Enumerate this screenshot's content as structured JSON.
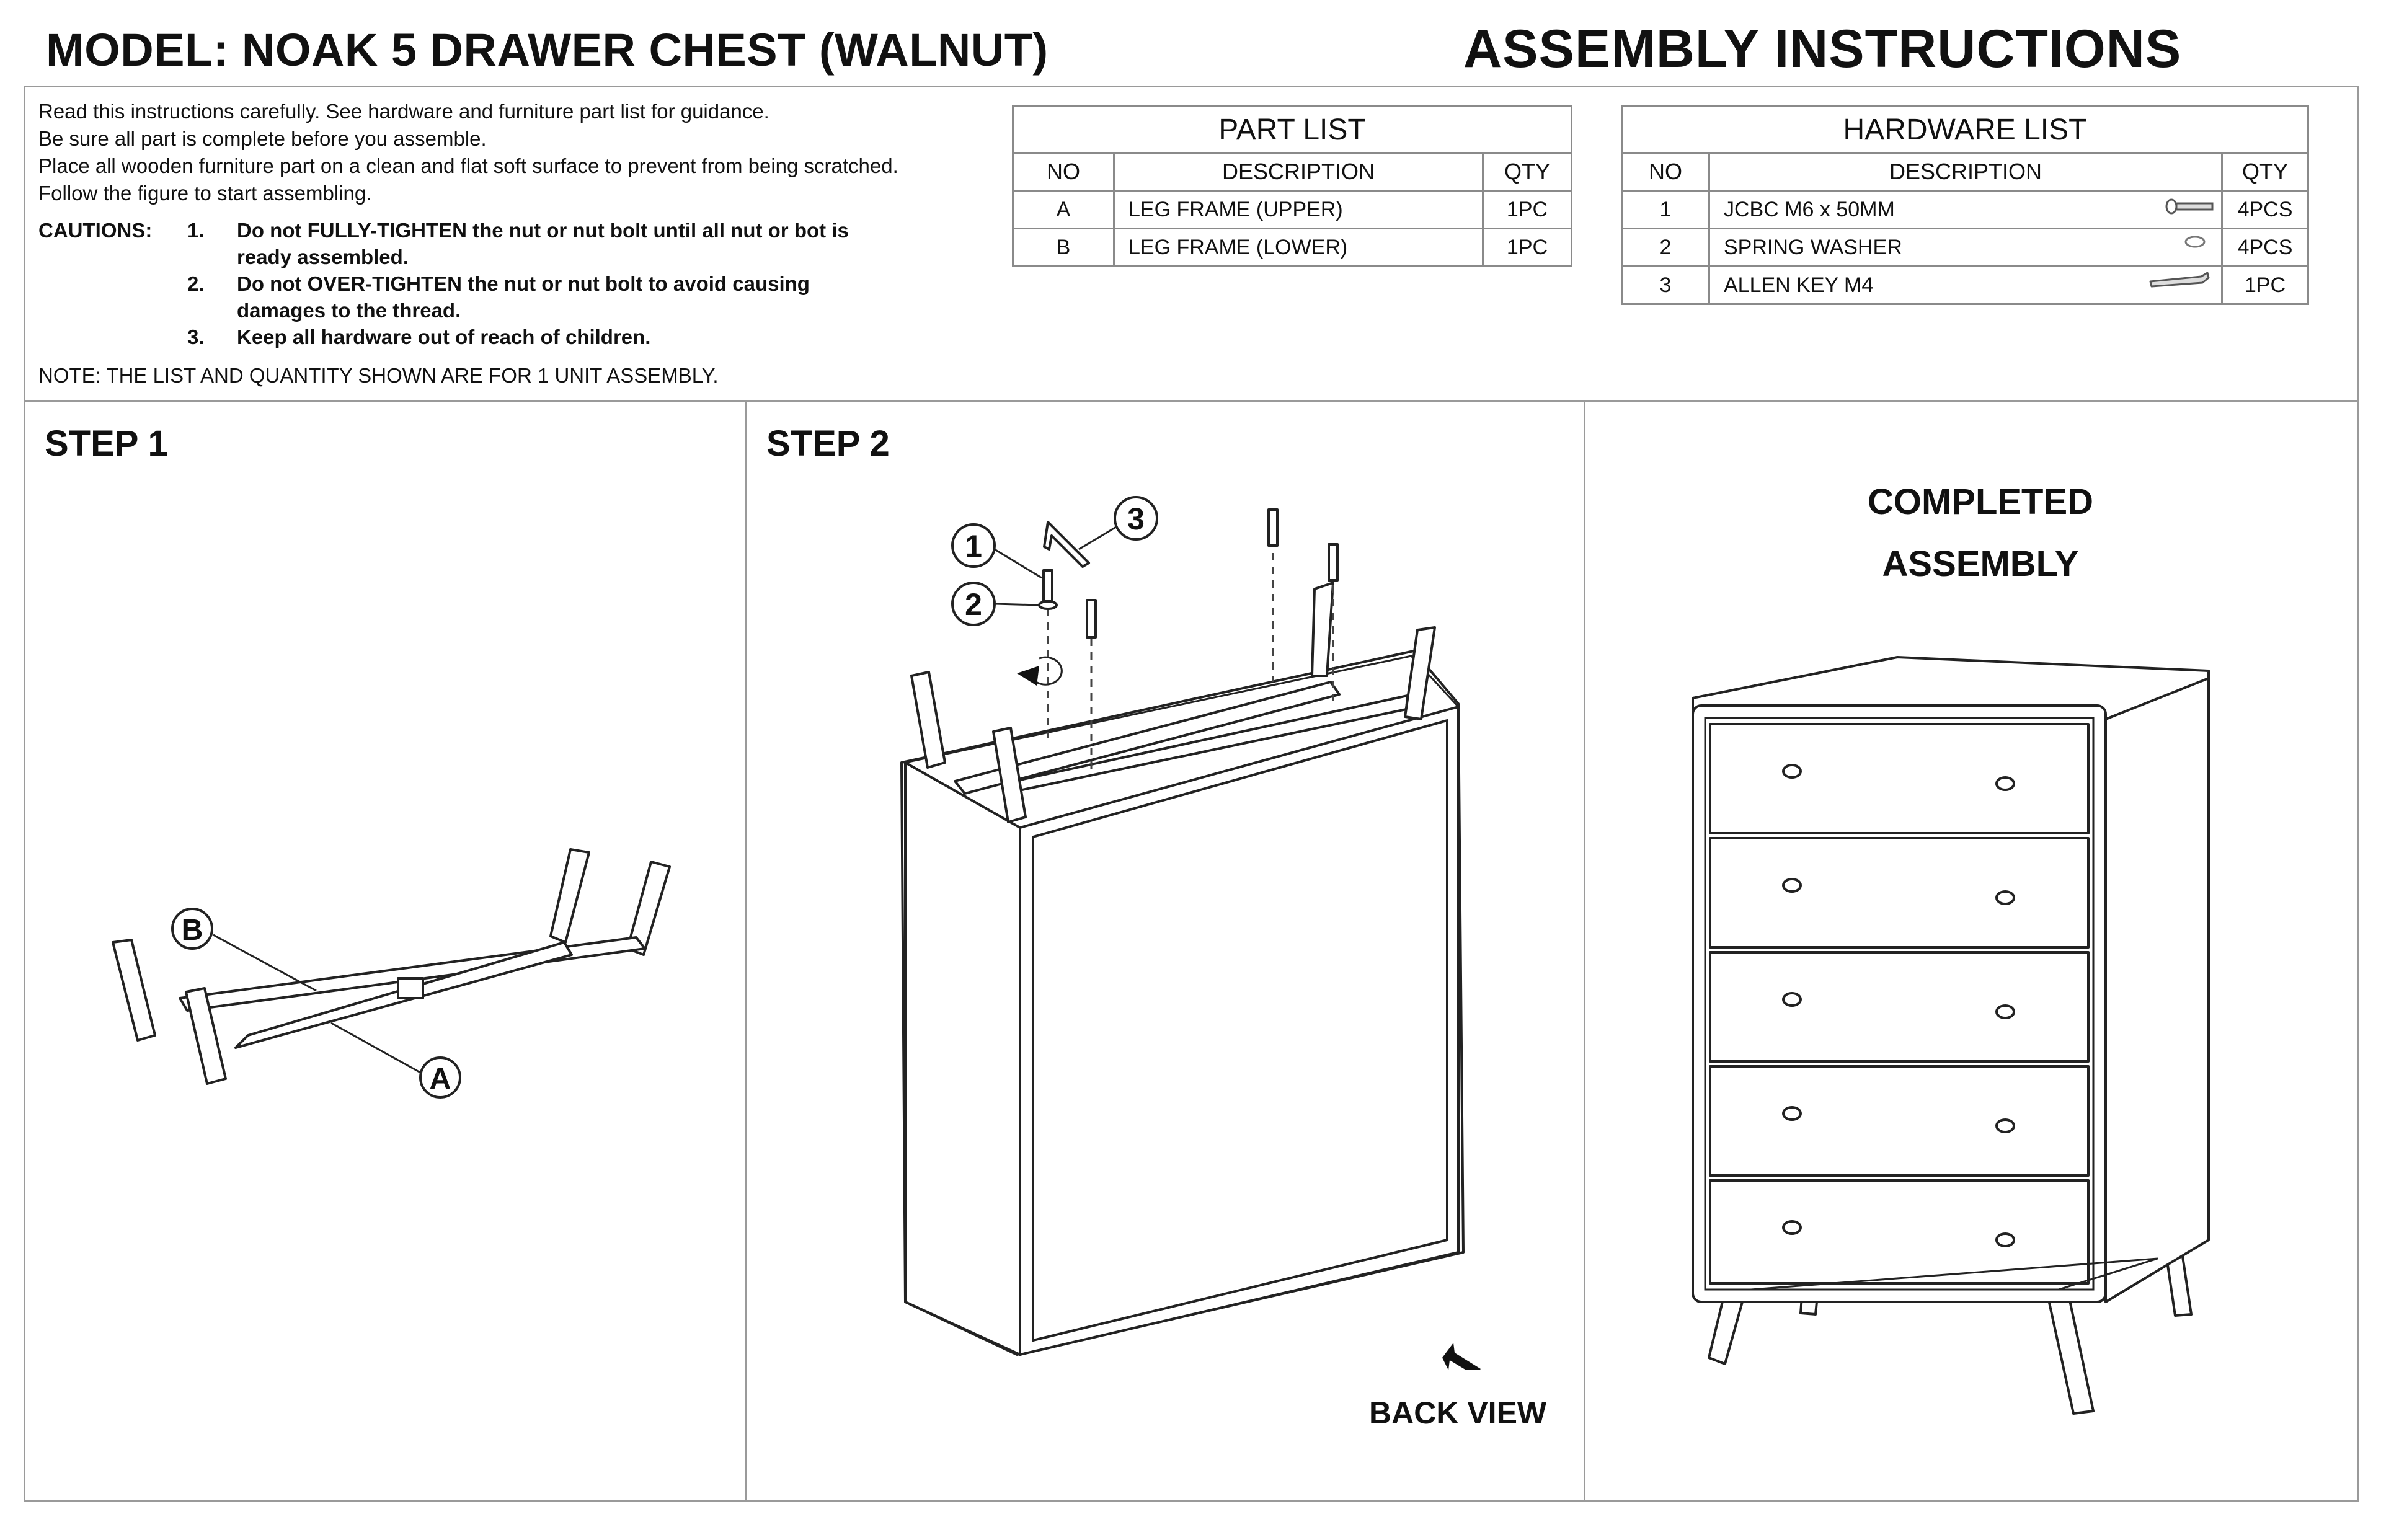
{
  "header": {
    "model": "MODEL: NOAK 5 DRAWER CHEST (WALNUT)",
    "title": "ASSEMBLY INSTRUCTIONS"
  },
  "intro": [
    "Read this instructions carefully. See hardware and furniture part list for guidance.",
    "Be sure all part is complete before you assemble.",
    "Place all wooden furniture part on a clean and flat soft surface to prevent from being scratched.",
    "Follow the figure to start assembling."
  ],
  "cautions": {
    "label": "CAUTIONS:",
    "items": [
      {
        "num": "1.",
        "text": "Do not FULLY-TIGHTEN the nut or nut bolt until all nut or bot is ready assembled."
      },
      {
        "num": "2.",
        "text": "Do not OVER-TIGHTEN the nut or nut bolt to avoid causing damages to the thread."
      },
      {
        "num": "3.",
        "text": "Keep all hardware out of reach of children."
      }
    ]
  },
  "note": "NOTE: THE LIST AND QUANTITY SHOWN ARE FOR 1 UNIT ASSEMBLY.",
  "part_list": {
    "title": "PART LIST",
    "headers": [
      "NO",
      "DESCRIPTION",
      "QTY"
    ],
    "rows": [
      {
        "no": "A",
        "desc": "LEG FRAME (UPPER)",
        "qty": "1PC"
      },
      {
        "no": "B",
        "desc": "LEG FRAME (LOWER)",
        "qty": "1PC"
      }
    ]
  },
  "hardware_list": {
    "title": "HARDWARE LIST",
    "headers": [
      "NO",
      "DESCRIPTION",
      "QTY"
    ],
    "rows": [
      {
        "no": "1",
        "desc": "JCBC M6 x 50MM",
        "qty": "4PCS",
        "icon": "bolt-icon"
      },
      {
        "no": "2",
        "desc": "SPRING WASHER",
        "qty": "4PCS",
        "icon": "washer-icon"
      },
      {
        "no": "3",
        "desc": "ALLEN KEY M4",
        "qty": "1PC",
        "icon": "allen-key-icon"
      }
    ]
  },
  "steps": {
    "step1": {
      "title": "STEP 1",
      "callouts": [
        "B",
        "A"
      ]
    },
    "step2": {
      "title": "STEP 2",
      "callouts": [
        "1",
        "2",
        "3"
      ],
      "back_view": "BACK VIEW"
    },
    "completed": {
      "line1": "COMPLETED",
      "line2": "ASSEMBLY"
    }
  }
}
